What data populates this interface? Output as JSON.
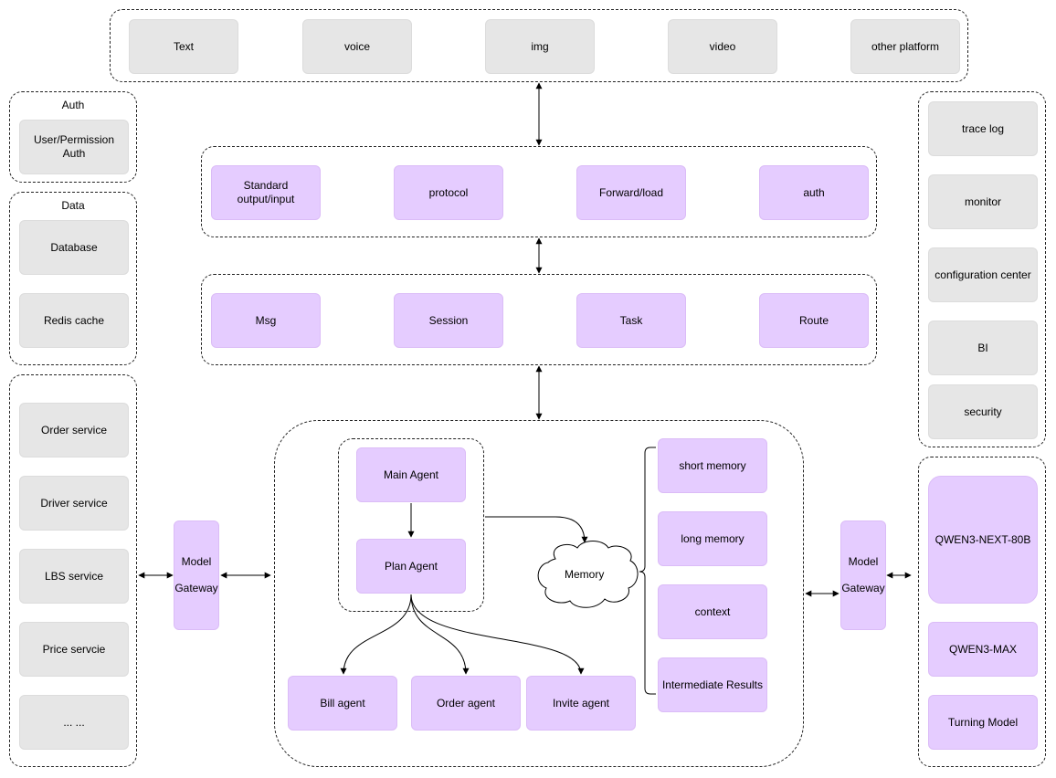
{
  "inputs": {
    "items": [
      "Text",
      "voice",
      "img",
      "video",
      "other platform"
    ]
  },
  "access": {
    "items": [
      "Standard output/input",
      "protocol",
      "Forward/load",
      "auth"
    ]
  },
  "core": {
    "items": [
      "Msg",
      "Session",
      "Task",
      "Route"
    ]
  },
  "auth_group": {
    "title": "Auth",
    "items": [
      "User/Permission Auth"
    ]
  },
  "data_group": {
    "title": "Data",
    "items": [
      "Database",
      "Redis cache"
    ]
  },
  "services": {
    "items": [
      "Order service",
      "Driver service",
      "LBS service",
      "Price servcie",
      "... ..."
    ]
  },
  "gateway_left": {
    "line1": "Model",
    "line2": "Gateway"
  },
  "gateway_right": {
    "line1": "Model",
    "line2": "Gateway"
  },
  "agents": {
    "main": "Main Agent",
    "plan": "Plan Agent",
    "subs": [
      "Bill agent",
      "Order agent",
      "Invite agent"
    ]
  },
  "memory": {
    "label": "Memory",
    "items": [
      "short memory",
      "long memory",
      "context",
      "Intermediate Results"
    ]
  },
  "ops": {
    "items": [
      "trace log",
      "monitor",
      "configuration center",
      "BI",
      "security"
    ]
  },
  "models": {
    "items": [
      "QWEN3-NEXT-80B",
      "QWEN3-MAX",
      "Turning Model"
    ]
  }
}
